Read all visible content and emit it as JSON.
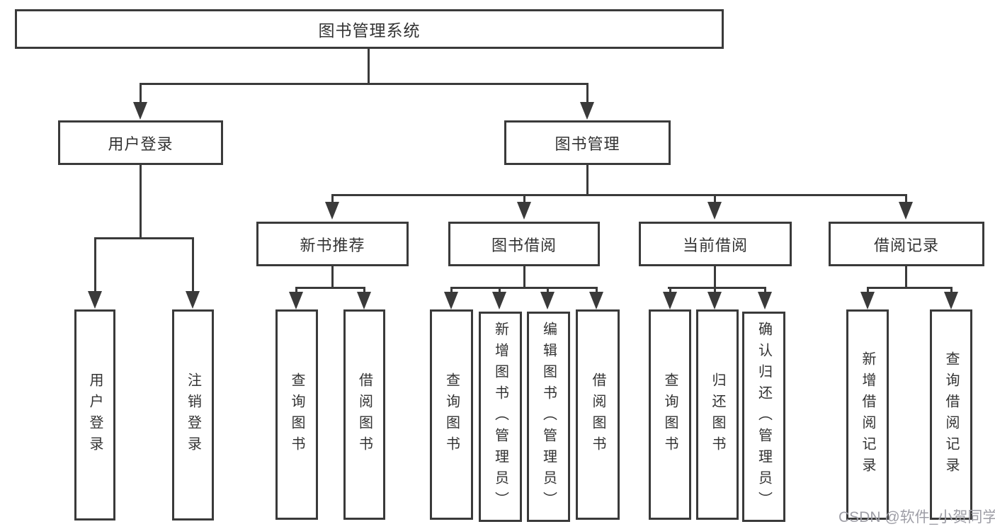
{
  "tree": {
    "label": "图书管理系统",
    "children": [
      {
        "label": "用户登录",
        "children": [
          {
            "label": "用户登录"
          },
          {
            "label": "注销登录"
          }
        ]
      },
      {
        "label": "图书管理",
        "children": [
          {
            "label": "新书推荐",
            "children": [
              {
                "label": "查询图书"
              },
              {
                "label": "借阅图书"
              }
            ]
          },
          {
            "label": "图书借阅",
            "children": [
              {
                "label": "查询图书"
              },
              {
                "label": "新增图书（管理员）"
              },
              {
                "label": "编辑图书（管理员）"
              },
              {
                "label": "借阅图书"
              }
            ]
          },
          {
            "label": "当前借阅",
            "children": [
              {
                "label": "查询图书"
              },
              {
                "label": "归还图书"
              },
              {
                "label": "确认归还（管理员）"
              }
            ]
          },
          {
            "label": "借阅记录",
            "children": [
              {
                "label": "新增借阅记录"
              },
              {
                "label": "查询借阅记录"
              }
            ]
          }
        ]
      }
    ]
  },
  "watermark": "CSDN @软件_小贺同学",
  "colors": {
    "line": "#3a3a3a",
    "text": "#333333",
    "watermark": "#9e9ea6",
    "bg": "#ffffff"
  }
}
